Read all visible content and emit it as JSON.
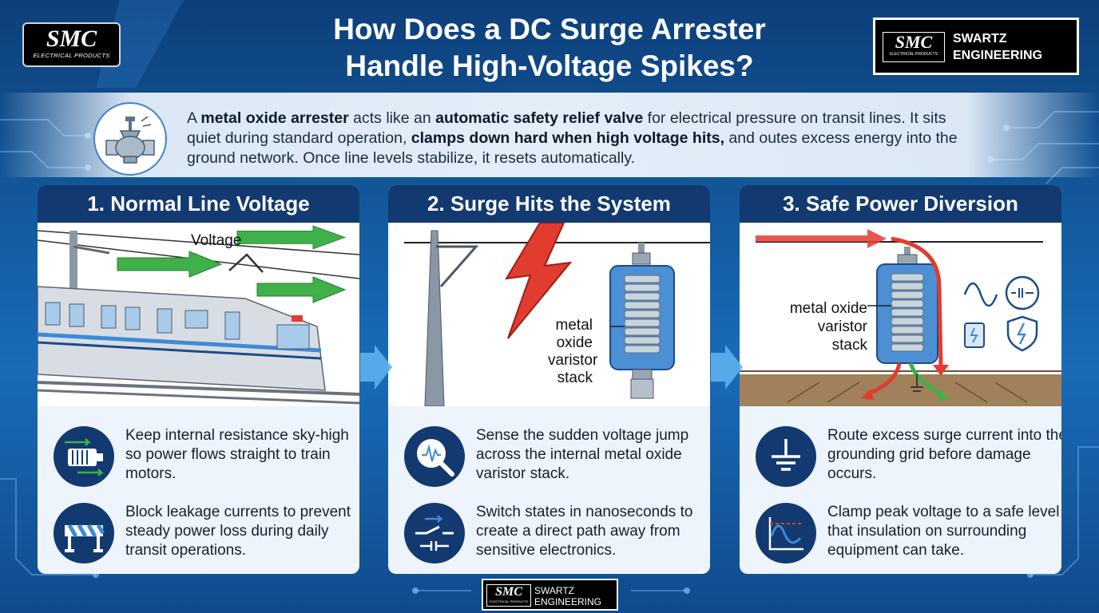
{
  "header": {
    "title_line1": "How Does a DC Surge Arrester",
    "title_line2": "Handle High-Voltage Spikes?",
    "logo_left_mark": "SMC",
    "logo_left_sub": "ELECTRICAL PRODUCTS",
    "logo_right_mark": "SMC",
    "logo_right_sub": "ELECTRICAL PRODUCTS",
    "logo_right_name_line1": "SWARTZ",
    "logo_right_name_line2": "ENGINEERING"
  },
  "intro": {
    "t1": "A ",
    "b1": "metal oxide arrester",
    "t2": " acts like an ",
    "b2": "automatic safety relief valve",
    "t3": " for electrical pressure on transit lines. It sits quiet during standard operation, ",
    "b3": "clamps down hard when high voltage hits,",
    "t4": " and outes excess energy into the ground network. Once line levels stabilize, it resets automatically."
  },
  "panels": [
    {
      "title": "1. Normal Line Voltage",
      "scene_label": "Voltage",
      "items": [
        {
          "icon": "motor-icon",
          "text": "Keep internal resistance sky-high so power flows straight to train motors."
        },
        {
          "icon": "barrier-icon",
          "text": "Block leakage currents to prevent steady power loss during daily transit operations."
        }
      ]
    },
    {
      "title": "2. Surge Hits the System",
      "scene_label_lines": [
        "metal",
        "oxide",
        "varistor",
        "stack"
      ],
      "items": [
        {
          "icon": "magnifier-waveform-icon",
          "text": "Sense the sudden voltage jump across the internal metal oxide varistor stack."
        },
        {
          "icon": "switch-icon",
          "text": "Switch states in nanoseconds to create a direct path away from sensitive electronics."
        }
      ]
    },
    {
      "title": "3. Safe Power Diversion",
      "scene_label_lines": [
        "metal oxide",
        "varistor",
        "stack"
      ],
      "items": [
        {
          "icon": "ground-icon",
          "text": "Route excess surge current into the grounding grid before damage occurs."
        },
        {
          "icon": "clamp-waveform-icon",
          "text": "Clamp peak voltage to a safe level that insulation on surrounding equipment can take."
        }
      ]
    }
  ],
  "footer": {
    "mark": "SMC",
    "sub": "ELECTRICAL PRODUCTS",
    "name_line1": "SWARTZ",
    "name_line2": "ENGINEERING"
  },
  "colors": {
    "panel_header": "#123a70",
    "surge_red": "#e23b30",
    "flow_green": "#3fb04a",
    "background_blue": "#1561a8"
  }
}
